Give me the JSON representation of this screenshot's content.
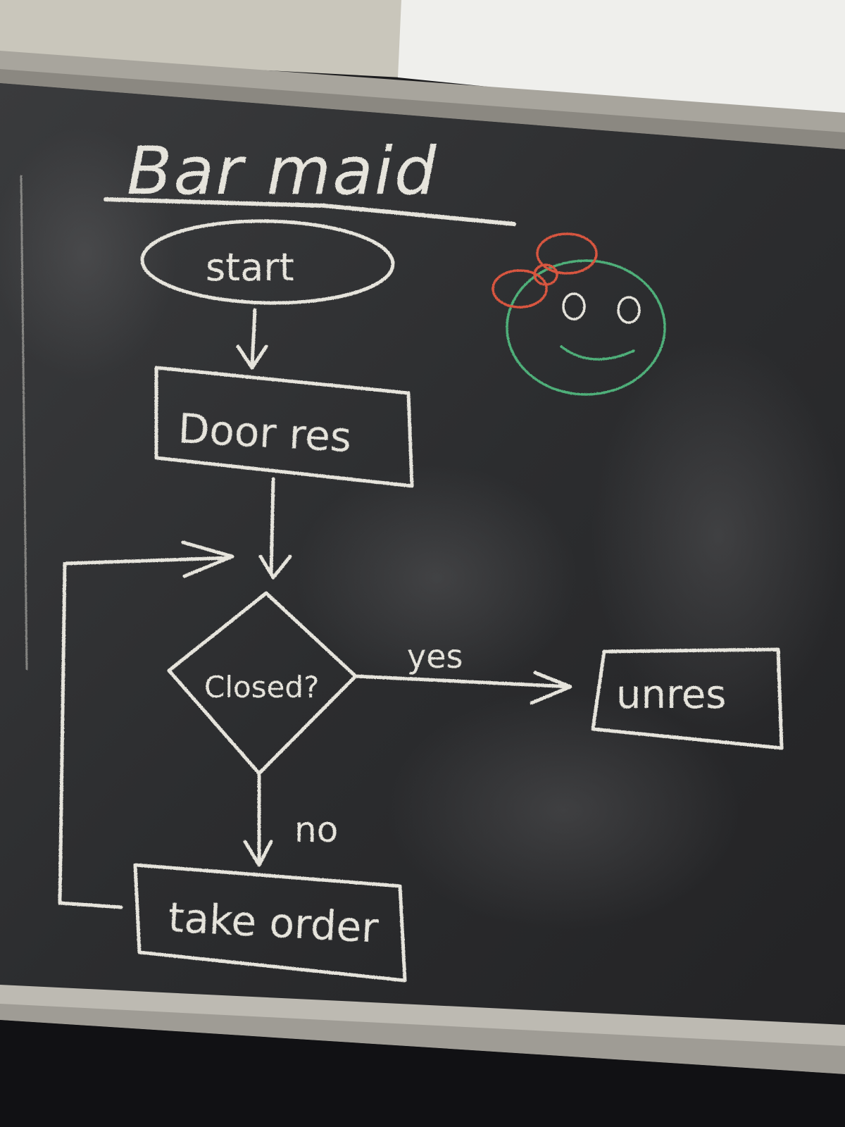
{
  "diagram": {
    "title": "Bar maid",
    "nodes": {
      "start": "start",
      "door_res": "Door res",
      "decision": "Closed?",
      "unres": "unres",
      "take_order": "take order"
    },
    "edges": {
      "yes": "yes",
      "no": "no"
    }
  },
  "colors": {
    "chalk": "#e6e4dc",
    "board": "#2e2f31",
    "frame": "#b9b6ae",
    "face_outline": "#4fb07a",
    "bow": "#d9573f"
  }
}
